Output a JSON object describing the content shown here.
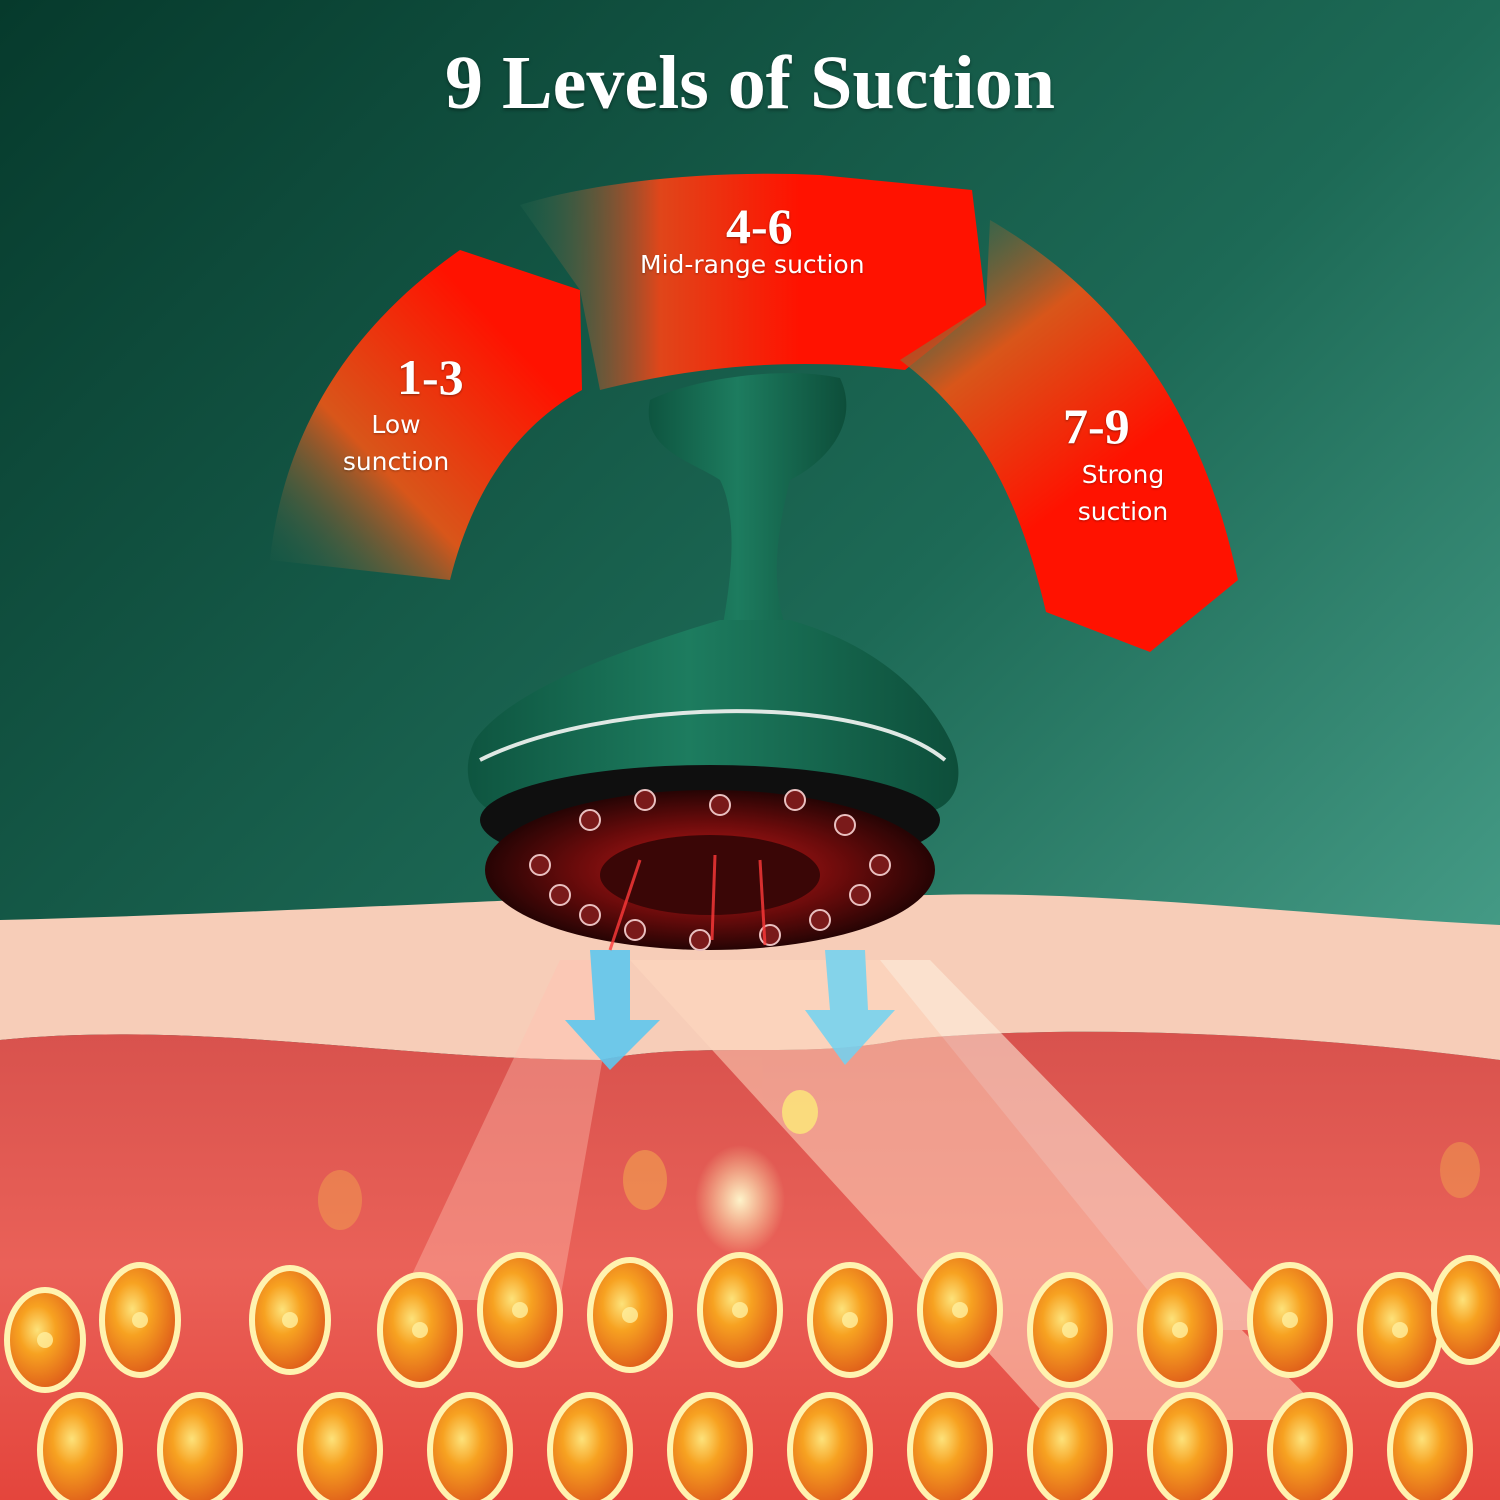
{
  "title": "9 Levels of Suction",
  "levels": [
    {
      "range": "1-3",
      "label_line1": "Low",
      "label_line2": "sunction"
    },
    {
      "range": "4-6",
      "label_line1": "Mid-range suction",
      "label_line2": ""
    },
    {
      "range": "7-9",
      "label_line1": "Strong",
      "label_line2": "suction"
    }
  ],
  "colors": {
    "background_dark": "#083c2e",
    "background_light": "#5bb39f",
    "segment_red": "#ff1200",
    "segment_orange": "#d8561a",
    "device_green": "#14684f",
    "skin": "#f7cdb8",
    "tissue": "#e8524f",
    "fat_cell": "#f6a21c",
    "arrow_blue": "#5ec8ee"
  }
}
